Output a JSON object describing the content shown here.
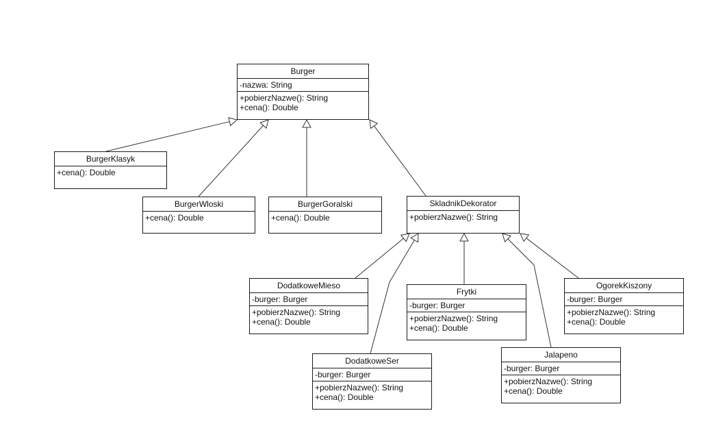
{
  "classes": {
    "burger": {
      "name": "Burger",
      "attributes": [
        "-nazwa: String"
      ],
      "operations": [
        "+pobierzNazwe(): String",
        "+cena(): Double"
      ]
    },
    "burger_klasyk": {
      "name": "BurgerKlasyk",
      "attributes": [],
      "operations": [
        "+cena(): Double"
      ]
    },
    "burger_wloski": {
      "name": "BurgerWloski",
      "attributes": [],
      "operations": [
        "+cena(): Double"
      ]
    },
    "burger_goralski": {
      "name": "BurgerGoralski",
      "attributes": [],
      "operations": [
        "+cena(): Double"
      ]
    },
    "skladnik_dekorator": {
      "name": "SkladnikDekorator",
      "attributes": [],
      "operations": [
        "+pobierzNazwe(): String"
      ]
    },
    "dodatkowe_mieso": {
      "name": "DodatkoweMieso",
      "attributes": [
        "-burger: Burger"
      ],
      "operations": [
        "+pobierzNazwe(): String",
        "+cena(): Double"
      ]
    },
    "frytki": {
      "name": "Frytki",
      "attributes": [
        "-burger: Burger"
      ],
      "operations": [
        "+pobierzNazwe(): String",
        "+cena(): Double"
      ]
    },
    "ogorek_kiszony": {
      "name": "OgorekKiszony",
      "attributes": [
        "-burger: Burger"
      ],
      "operations": [
        "+pobierzNazwe(): String",
        "+cena(): Double"
      ]
    },
    "dodatkowe_ser": {
      "name": "DodatkoweSer",
      "attributes": [
        "-burger: Burger"
      ],
      "operations": [
        "+pobierzNazwe(): String",
        "+cena(): Double"
      ]
    },
    "jalapeno": {
      "name": "Jalapeno",
      "attributes": [
        "-burger: Burger"
      ],
      "operations": [
        "+pobierzNazwe(): String",
        "+cena(): Double"
      ]
    }
  },
  "relations": [
    {
      "type": "generalization",
      "from": "burger_klasyk",
      "to": "burger"
    },
    {
      "type": "generalization",
      "from": "burger_wloski",
      "to": "burger"
    },
    {
      "type": "generalization",
      "from": "burger_goralski",
      "to": "burger"
    },
    {
      "type": "generalization",
      "from": "skladnik_dekorator",
      "to": "burger"
    },
    {
      "type": "generalization",
      "from": "dodatkowe_mieso",
      "to": "skladnik_dekorator"
    },
    {
      "type": "generalization",
      "from": "dodatkowe_ser",
      "to": "skladnik_dekorator"
    },
    {
      "type": "generalization",
      "from": "frytki",
      "to": "skladnik_dekorator"
    },
    {
      "type": "generalization",
      "from": "jalapeno",
      "to": "skladnik_dekorator"
    },
    {
      "type": "generalization",
      "from": "ogorek_kiszony",
      "to": "skladnik_dekorator"
    }
  ]
}
